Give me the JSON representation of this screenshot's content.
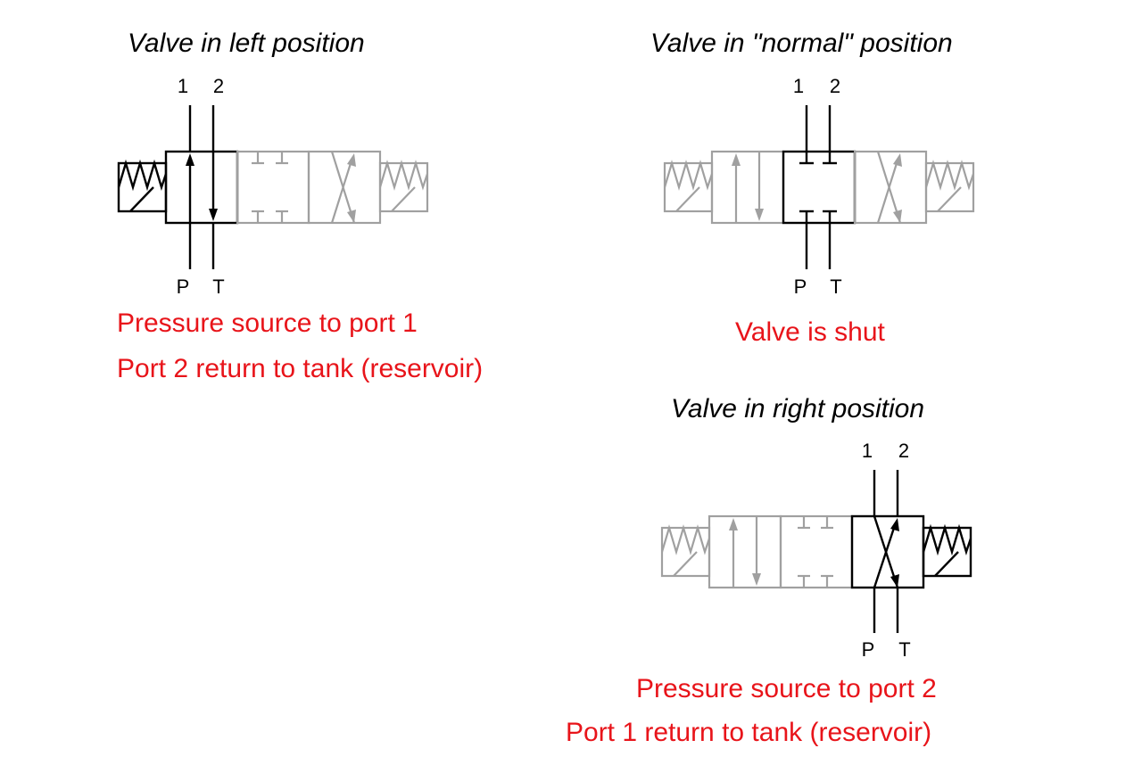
{
  "diagrams": {
    "left": {
      "title": "Valve in left position",
      "ports_top": [
        "1",
        "2"
      ],
      "ports_bottom": [
        "P",
        "T"
      ],
      "captions": [
        "Pressure source to port 1",
        "Port 2 return to tank (reservoir)"
      ]
    },
    "normal": {
      "title": "Valve in \"normal\" position",
      "ports_top": [
        "1",
        "2"
      ],
      "ports_bottom": [
        "P",
        "T"
      ],
      "captions": [
        "Valve is shut"
      ]
    },
    "right": {
      "title": "Valve in right position",
      "ports_top": [
        "1",
        "2"
      ],
      "ports_bottom": [
        "P",
        "T"
      ],
      "captions": [
        "Pressure source to port 2",
        "Port 1 return to tank (reservoir)"
      ]
    }
  },
  "colors": {
    "active": "#000000",
    "inactive": "#a0a0a0",
    "caption": "#e8141a"
  }
}
